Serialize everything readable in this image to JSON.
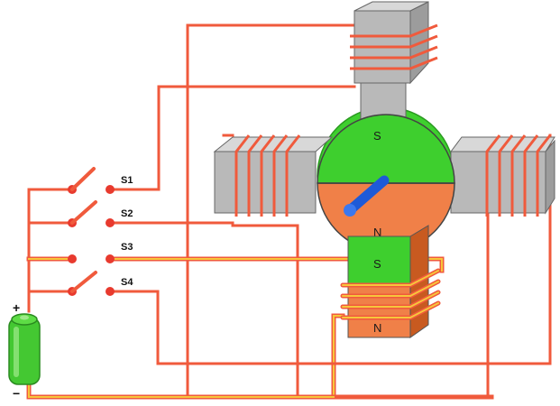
{
  "colors": {
    "wire": "#f05a3c",
    "wire_active": "#f7c63b",
    "switch": "#e83a2e",
    "core_top": "#d8d8d8",
    "core_front": "#b9b9b9",
    "core_side": "#9c9c9c",
    "rotor_green": "#3ecf2e",
    "rotor_orange": "#f08048",
    "shaft": "#1e5ad8",
    "battery": "#44c832"
  },
  "switches": [
    {
      "label": "S1",
      "state": "open"
    },
    {
      "label": "S2",
      "state": "open"
    },
    {
      "label": "S3",
      "state": "closed"
    },
    {
      "label": "S4",
      "state": "open"
    }
  ],
  "rotor": {
    "south_label": "S",
    "north_label": "N"
  },
  "energized_pole": {
    "top_label": "S",
    "bottom_label": "N"
  },
  "battery": {
    "plus": "+",
    "minus": "−"
  }
}
